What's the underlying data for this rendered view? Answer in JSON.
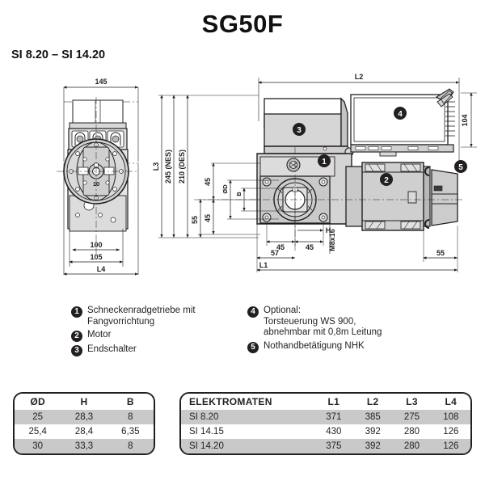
{
  "header": {
    "title": "SG50F",
    "subtitle": "SI 8.20 – SI 14.20"
  },
  "drawing": {
    "left_view": {
      "dim_top": "145",
      "dim_inner": "100",
      "dim_outer": "105",
      "dim_overall": "L4",
      "detail_label": "10"
    },
    "main_view": {
      "dim_top": "L2",
      "dim_right_height": "104",
      "dim_left_L3": "L3",
      "dim_left_245": "245 (NES)",
      "dim_left_210": "210 (DES)",
      "dim_45_upper": "45",
      "dim_55": "55",
      "dim_45_lower": "45",
      "dim_shaft_diameter": "ØD",
      "dim_key_width": "B",
      "dim_bottom_45_left": "45",
      "dim_bottom_45_right": "45",
      "dim_bottom_H": "H",
      "dim_bottom_57": "57",
      "dim_bolt": "M8x16",
      "dim_bottom_55": "55",
      "dim_bottom_L1": "L1"
    },
    "callouts": [
      "1",
      "2",
      "3",
      "4",
      "5"
    ]
  },
  "legend": {
    "column_left": [
      {
        "num": "1",
        "text": "Schneckenradgetriebe mit\nFangvorrichtung"
      },
      {
        "num": "2",
        "text": "Motor"
      },
      {
        "num": "3",
        "text": "Endschalter"
      }
    ],
    "column_right": [
      {
        "num": "4",
        "text": "Optional:\nTorsteuerung WS 900,\nabnehmbar mit 0,8m Leitung"
      },
      {
        "num": "5",
        "text": "Nothandbetätigung NHK"
      }
    ]
  },
  "tables": {
    "dimensions": {
      "headers": [
        "ØD",
        "H",
        "B"
      ],
      "rows": [
        [
          "25",
          "28,3",
          "8"
        ],
        [
          "25,4",
          "28,4",
          "6,35"
        ],
        [
          "30",
          "33,3",
          "8"
        ]
      ]
    },
    "elektromaten": {
      "headers": [
        "ELEKTROMATEN",
        "L1",
        "L2",
        "L3",
        "L4"
      ],
      "rows": [
        [
          "SI 8.20",
          "371",
          "385",
          "275",
          "108"
        ],
        [
          "SI 14.15",
          "430",
          "392",
          "280",
          "126"
        ],
        [
          "SI 14.20",
          "375",
          "392",
          "280",
          "126"
        ]
      ]
    }
  },
  "colors": {
    "ink": "#231f20",
    "shade_light": "#d9d9d9",
    "shade_mid": "#c9c9c9",
    "shade_dark": "#b0b0b0",
    "white": "#ffffff"
  }
}
